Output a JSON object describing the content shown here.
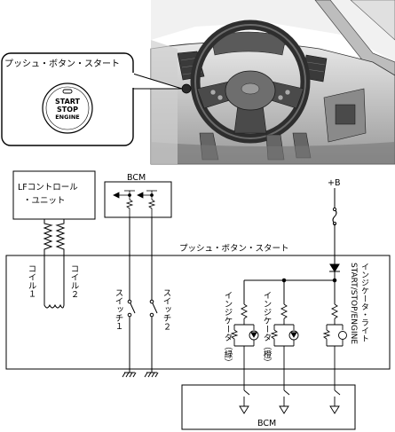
{
  "callout": {
    "title": "プッシュ・ボタン・スタート",
    "button_lines": [
      "START",
      "STOP",
      "ENGINE"
    ]
  },
  "lf_unit": {
    "line1": "LFコントロール",
    "line2": "・ユニット"
  },
  "bcm_top": {
    "label": "BCM"
  },
  "power": {
    "label": "+B"
  },
  "main_box": {
    "label": "プッシュ・ボタン・スタート"
  },
  "coils": {
    "coil1": "コイル１",
    "coil2": "コイル２"
  },
  "switches": {
    "switch1": "スイッチ１",
    "switch2": "スイッチ２"
  },
  "indicators": {
    "green": "インジケータ（緑）",
    "amber": "インジケータ（橙）",
    "sse_line1": "START/STOP/ENGINE",
    "sse_line2": "インジケータ・ライト"
  },
  "bcm_bottom": {
    "label": "BCM"
  }
}
